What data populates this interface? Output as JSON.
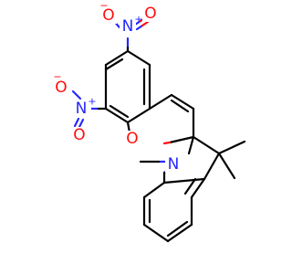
{
  "colors": {
    "bond": "#000000",
    "oxygen": "#ff0d0d",
    "nitrogen": "#2828ff",
    "background": "#ffffff"
  },
  "atoms": {
    "nitro_top_O_left": "O",
    "nitro_top_O_left_charge": "−",
    "nitro_top_N": "N",
    "nitro_top_N_charge": "+",
    "nitro_top_O_right": "O",
    "nitro_left_N": "N",
    "nitro_left_N_charge": "+",
    "nitro_left_O_top": "O",
    "nitro_left_O_top_charge": "−",
    "nitro_left_O_bottom": "O",
    "ring_O": "O",
    "indoline_N": "N"
  }
}
